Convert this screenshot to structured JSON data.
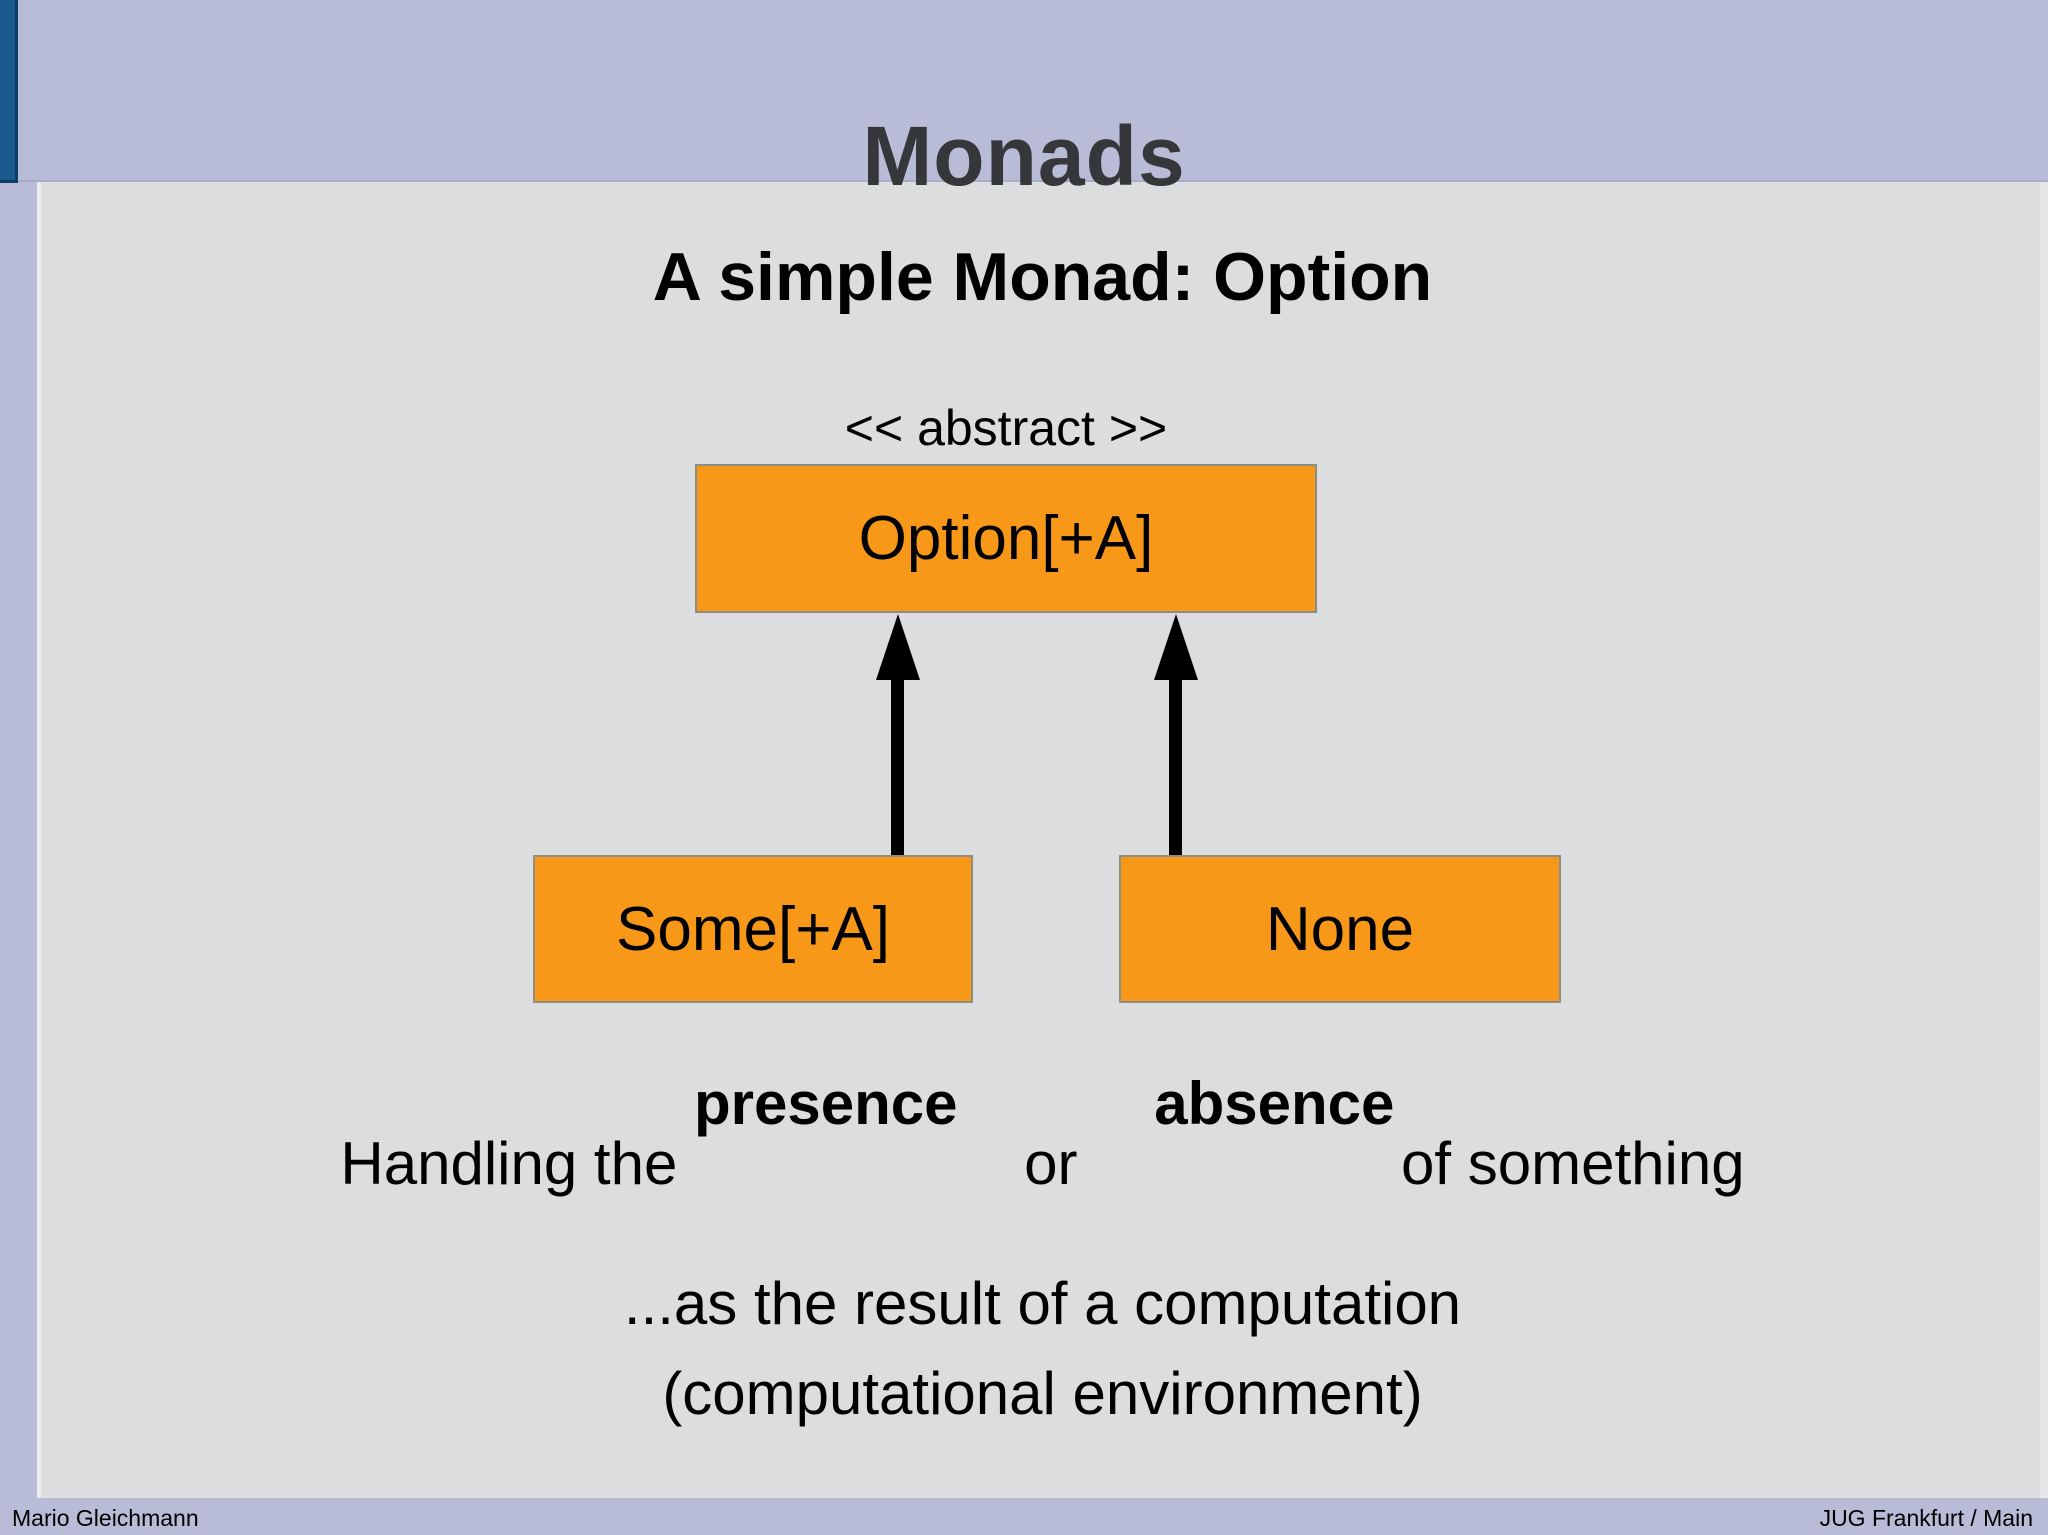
{
  "slide": {
    "title": "Monads",
    "subtitle": "A simple Monad: Option",
    "diagram": {
      "stereotype": "<< abstract >>",
      "parent_box": "Option[+A]",
      "child_boxes": [
        "Some[+A]",
        "None"
      ]
    },
    "sentence": {
      "prefix": "Handling the",
      "emphasis1": "presence",
      "conjunction": "or",
      "emphasis2": "absence",
      "suffix": "of something"
    },
    "line_computation": "...as the result of a computation",
    "line_environment": "(computational environment)",
    "footer": {
      "left": "Mario Gleichmann",
      "right": "JUG Frankfurt / Main"
    },
    "colors": {
      "header_band": "#b9bcd7",
      "content_background": "#dcddde",
      "accent_bar_blue": "#1a5a8c",
      "uml_box_orange": "#f89819",
      "uml_box_border": "#8e8d82",
      "title_text": "#35373a",
      "body_text": "#000000"
    }
  }
}
